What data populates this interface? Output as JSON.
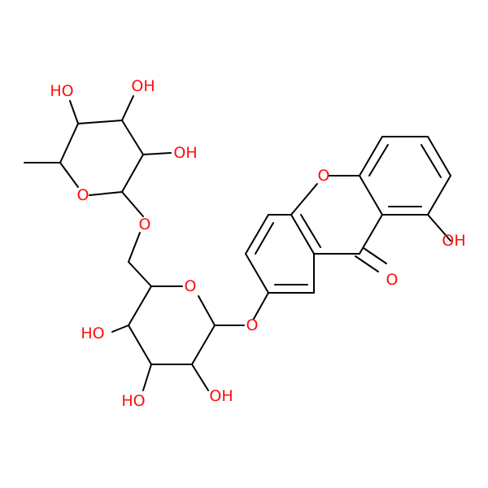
{
  "molecule": {
    "atom_color": "#ff0d0d",
    "bond_color": "#000000",
    "labels": {
      "oh_1": "OH",
      "o_ketone": "O",
      "o_xanthene_ring": "O",
      "o_glycoside_aryl": "O",
      "o_glucose_ring": "O",
      "ho_glc_4": "HO",
      "ho_glc_3": "HO",
      "oh_glc_2": "OH",
      "o_glycoside_sugar": "O",
      "o_rhamnose_ring": "O",
      "oh_rha_2": "OH",
      "oh_rha_3": "OH",
      "ho_rha_4": "HO"
    }
  }
}
